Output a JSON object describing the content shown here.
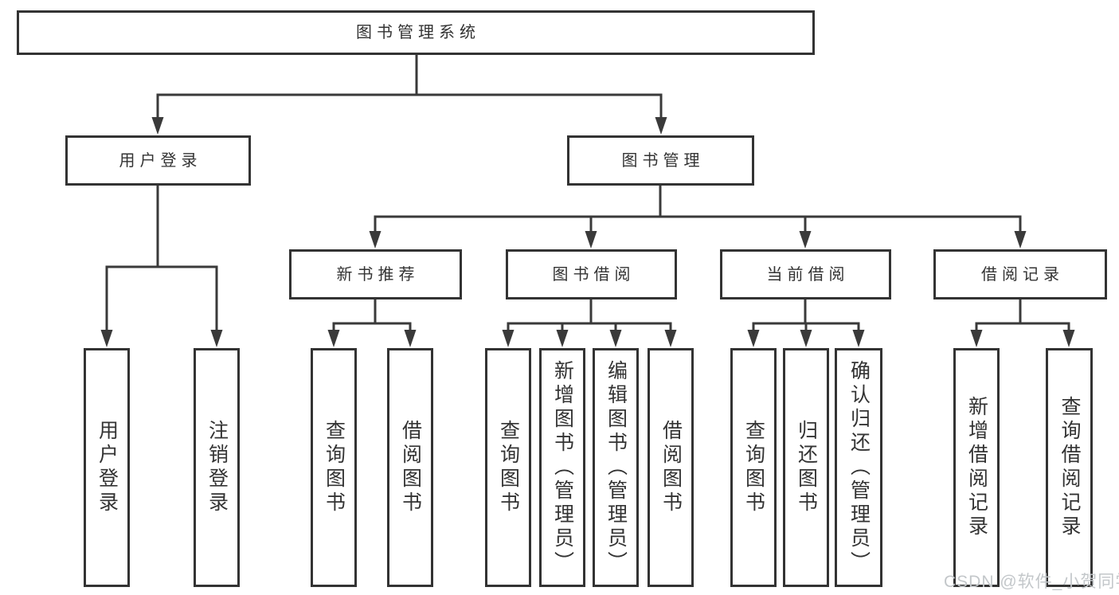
{
  "nodes": {
    "root": "图书管理系统",
    "user_login": "用户登录",
    "book_mgmt": "图书管理",
    "new_book_rec": "新书推荐",
    "book_borrow": "图书借阅",
    "current_borrow": "当前借阅",
    "borrow_records": "借阅记录",
    "leaf_user_login": "用户登录",
    "leaf_logout": "注销登录",
    "leaf_query_book_1": "查询图书",
    "leaf_borrow_book_1": "借阅图书",
    "leaf_query_book_2": "查询图书",
    "leaf_add_book_admin": "新增图书（管理员）",
    "leaf_edit_book_admin": "编辑图书（管理员）",
    "leaf_borrow_book_2": "借阅图书",
    "leaf_query_book_3": "查询图书",
    "leaf_return_book": "归还图书",
    "leaf_confirm_return_admin": "确认归还（管理员）",
    "leaf_add_borrow_record": "新增借阅记录",
    "leaf_query_borrow_record": "查询借阅记录"
  },
  "watermark": "CSDN @软件_小贺同学",
  "colors": {
    "line": "#3a3a3a",
    "box_border": "#333333",
    "text": "#333333",
    "watermark": "#c3c7ca",
    "background": "#ffffff"
  }
}
